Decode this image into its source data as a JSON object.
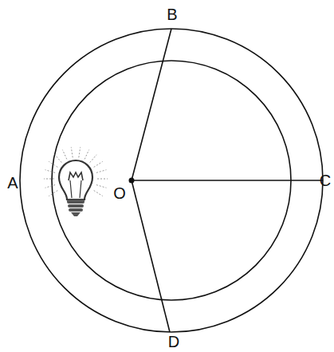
{
  "diagram": {
    "labels": [
      "B",
      "A",
      "O",
      "C",
      "D"
    ]
  }
}
